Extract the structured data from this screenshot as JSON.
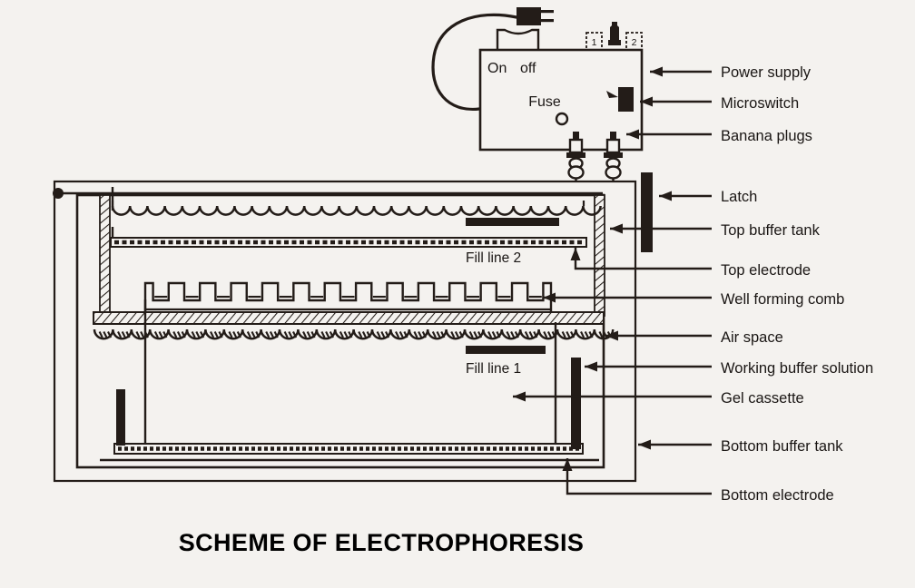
{
  "title": "SCHEME OF ELECTROPHORESIS",
  "power_supply": {
    "switch_label_on": "On",
    "switch_label_off": "off",
    "fuse_label": "Fuse",
    "indicator_1": "1",
    "indicator_2": "2"
  },
  "inner_labels": {
    "fill_line_2": "Fill line 2",
    "fill_line_1": "Fill line 1"
  },
  "callouts": [
    {
      "label": "Power supply"
    },
    {
      "label": "Microswitch"
    },
    {
      "label": "Banana plugs"
    },
    {
      "label": "Latch"
    },
    {
      "label": "Top buffer tank"
    },
    {
      "label": "Top electrode"
    },
    {
      "label": "Well forming comb"
    },
    {
      "label": "Air space"
    },
    {
      "label": "Working buffer solution"
    },
    {
      "label": "Gel cassette"
    },
    {
      "label": "Bottom buffer tank"
    },
    {
      "label": "Bottom electrode"
    }
  ],
  "colors": {
    "background": "#f4f2ef",
    "ink": "#231c18",
    "title": "#000000"
  },
  "diagram_parts": {
    "mains_plug": "mains-plug-icon",
    "power_cord": "power-cord",
    "carry_handle": "carry-handle",
    "fuse_hole": "fuse-hole-icon",
    "microswitch_block": "microswitch-block",
    "banana_plug_left": "banana-plug-left",
    "banana_plug_right": "banana-plug-right",
    "latch_bar": "latch-bar",
    "top_buffer_meniscus": "top-buffer-meniscus",
    "top_electrode_wire": "top-electrode-wire",
    "comb_teeth_count": 13,
    "gel_band": "gel-hatched-band",
    "working_buffer_meniscus": "working-buffer-meniscus",
    "bottom_electrode_wire": "bottom-electrode-wire",
    "bottom_electrode_post_left": "bottom-electrode-post-left",
    "bottom_electrode_post_right": "bottom-electrode-post-right"
  }
}
